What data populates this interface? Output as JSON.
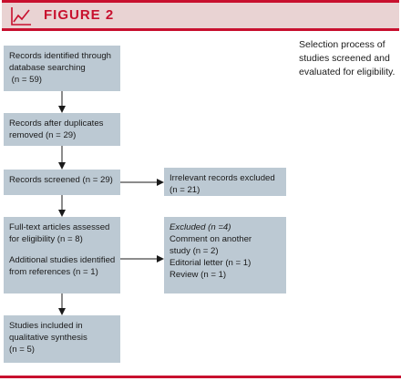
{
  "header": {
    "title": "FIGURE 2",
    "icon": "line-chart-icon",
    "accent_color": "#c8102e",
    "band_color": "#e9d3d3"
  },
  "caption": "Selection process of studies screened and evaluated for eligibility.",
  "flowchart": {
    "box_color": "#bcc9d3",
    "identified": [
      "Records identified through",
      "database searching",
      " (n = 59)"
    ],
    "after_duplicates": [
      "Records after duplicates",
      "removed (n = 29)"
    ],
    "screened": [
      "Records screened (n = 29)"
    ],
    "irrelevant": [
      "Irrelevant records excluded",
      "(n = 21)"
    ],
    "fulltext": [
      "Full-text articles assessed",
      "for eligibility (n = 8)"
    ],
    "additional": [
      "Additional studies identified",
      "from references (n = 1)"
    ],
    "excluded_heading": "Excluded (n =4)",
    "excluded_items": [
      "Comment on another",
      "study (n = 2)",
      "Editorial letter (n = 1)",
      "Review (n = 1)"
    ],
    "included": [
      "Studies included in",
      "qualitative synthesis",
      "(n = 5)"
    ]
  }
}
